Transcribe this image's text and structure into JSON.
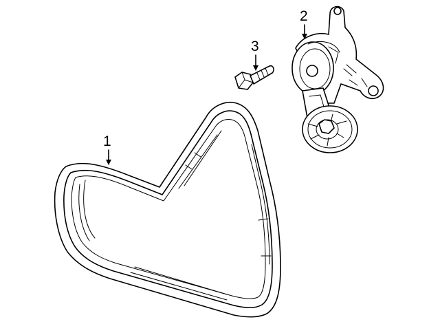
{
  "diagram": {
    "callouts": [
      {
        "id": "belt",
        "number": "1"
      },
      {
        "id": "tensioner",
        "number": "2"
      },
      {
        "id": "bolt",
        "number": "3"
      }
    ]
  }
}
